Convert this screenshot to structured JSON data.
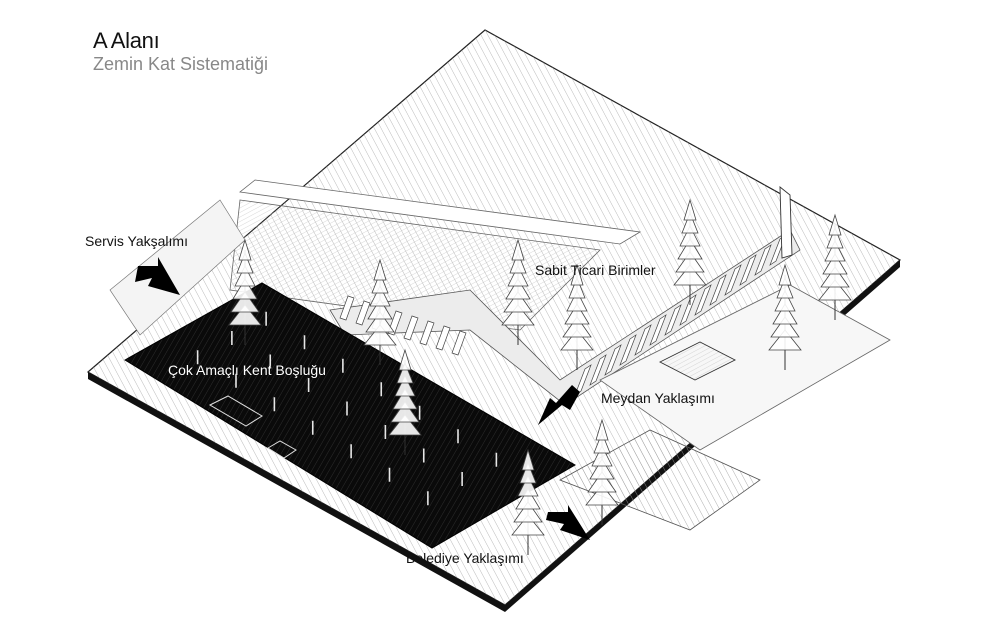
{
  "header": {
    "title": "A Alanı",
    "subtitle": "Zemin Kat Sistematiği"
  },
  "labels": {
    "service_approach": "Servis Yakşalımı",
    "multipurpose_void": "Çok Amaçlı Kent Boşluğu",
    "fixed_commercial": "Sabit Ticari Birimler",
    "square_approach": "Meydan Yaklaşımı",
    "municipality_approach": "Belediye Yaklaşımı"
  },
  "colors": {
    "plaza_fill": "#0a0a0a",
    "line": "#333333",
    "hatch": "#9a9a9a",
    "background": "#ffffff"
  }
}
